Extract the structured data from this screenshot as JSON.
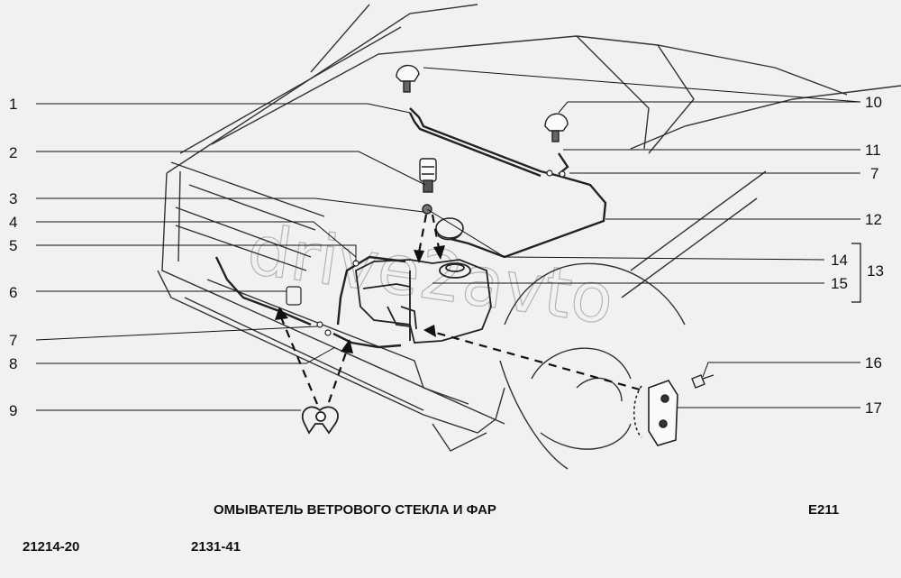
{
  "watermark": "drive2avto",
  "callouts": {
    "c1": "1",
    "c2": "2",
    "c3": "3",
    "c4": "4",
    "c5": "5",
    "c6": "6",
    "c7a": "7",
    "c8": "8",
    "c9": "9",
    "c10": "10",
    "c11": "11",
    "c7b": "7",
    "c12": "12",
    "c14": "14",
    "c15": "15",
    "c13": "13",
    "c16": "16",
    "c17": "17"
  },
  "footer": {
    "title": "ОМЫВАТЕЛЬ ВЕТРОВОГО СТЕКЛА И ФАР",
    "code": "E211",
    "model_left": "21214-20",
    "model_right": "2131-41"
  }
}
